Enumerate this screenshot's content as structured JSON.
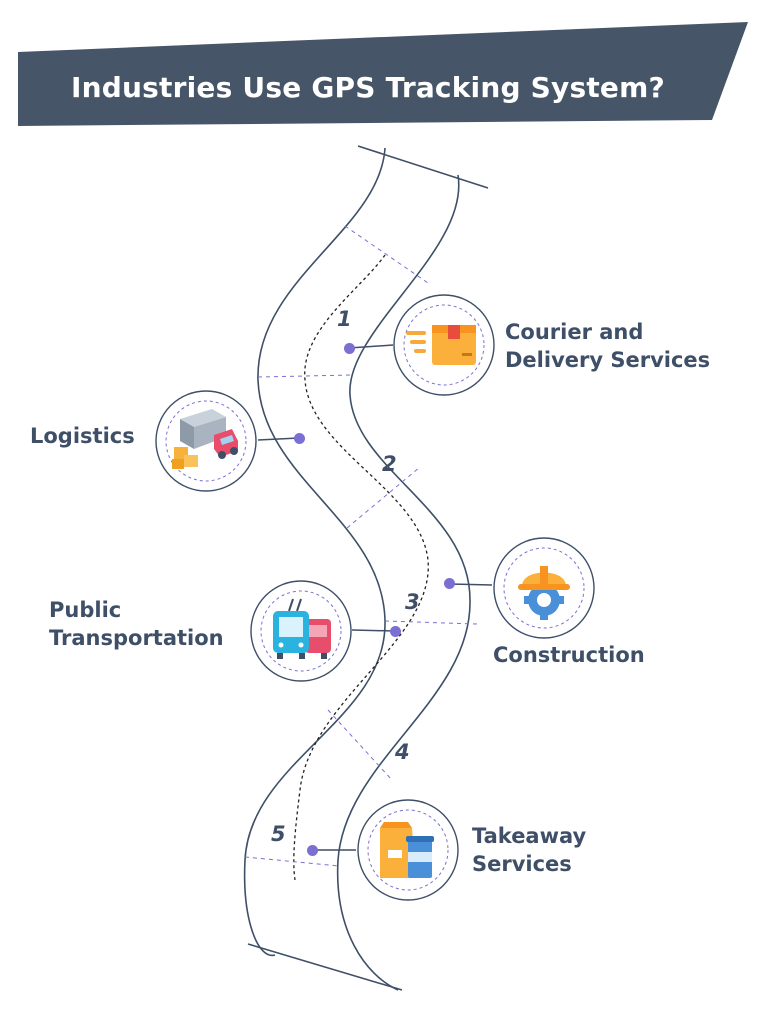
{
  "title": "Industries Use GPS Tracking System?",
  "colors": {
    "banner": "#475569",
    "text": "#3e4f67",
    "road_line": "#3e4f67",
    "accent_dot": "#7b6fd1",
    "badge_ring": "#3e4f67"
  },
  "industries": [
    {
      "number": "1",
      "label_lines": [
        "Courier and",
        "Delivery Services"
      ],
      "icon": "delivery-box-icon"
    },
    {
      "number": "2",
      "label_lines": [
        "Logistics"
      ],
      "icon": "truck-boxes-icon"
    },
    {
      "number": "3",
      "label_lines": [
        "Construction"
      ],
      "icon": "hard-hat-gear-icon"
    },
    {
      "number": "3",
      "label_lines": [
        "Public",
        "Transportation"
      ],
      "icon": "trolleybus-icon"
    },
    {
      "number": "4",
      "label_lines": [],
      "icon": ""
    },
    {
      "number": "5",
      "label_lines": [
        "Takeaway",
        "Services"
      ],
      "icon": "takeaway-bag-icon"
    }
  ],
  "markers": [
    "1",
    "2",
    "3",
    "4",
    "5"
  ],
  "labels": {
    "courier": [
      "Courier and",
      "Delivery Services"
    ],
    "logistics": "Logistics",
    "construction": "Construction",
    "public_transport": [
      "Public",
      "Transportation"
    ],
    "takeaway": [
      "Takeaway",
      "Services"
    ]
  }
}
